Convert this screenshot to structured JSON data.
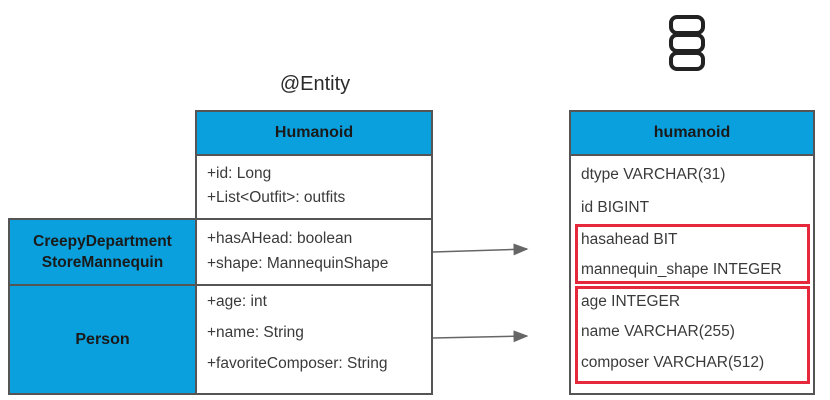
{
  "entity_annotation": "@Entity",
  "database_icon": "database-icon",
  "class_diagram": {
    "humanoid": {
      "title": "Humanoid",
      "fields": [
        "+id: Long",
        "+List<Outfit>: outfits"
      ]
    },
    "mannequin": {
      "title_line1": "CreepyDepartment",
      "title_line2": "StoreMannequin",
      "fields": [
        "+hasAHead: boolean",
        "+shape: MannequinShape"
      ]
    },
    "person": {
      "title": "Person",
      "fields": [
        "+age: int",
        "+name: String",
        "+favoriteComposer: String"
      ]
    }
  },
  "table": {
    "name": "humanoid",
    "columns": [
      "dtype VARCHAR(31)",
      "id BIGINT",
      "hasahead BIT",
      "mannequin_shape INTEGER",
      "age INTEGER",
      "name VARCHAR(255)",
      "composer VARCHAR(512)"
    ]
  },
  "colors": {
    "header_blue": "#0aa0dd",
    "border": "#555555",
    "highlight": "#e6283c"
  }
}
